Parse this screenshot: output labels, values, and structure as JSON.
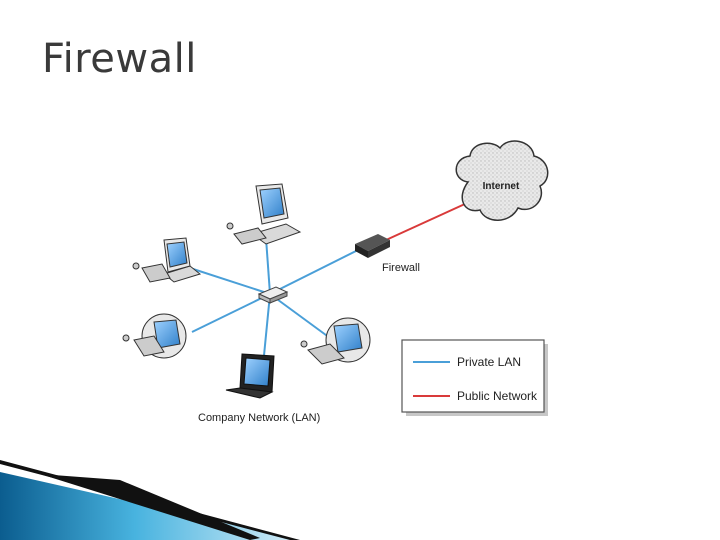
{
  "slide": {
    "title": "Firewall"
  },
  "diagram": {
    "internet_label": "Internet",
    "firewall_label": "Firewall",
    "network_label": "Company Network (LAN)",
    "legend": {
      "items": [
        {
          "label": "Private LAN",
          "color": "#4a9fd8"
        },
        {
          "label": "Public Network",
          "color": "#d93a3a"
        }
      ]
    },
    "colors": {
      "private_link": "#4a9fd8",
      "public_link": "#d93a3a",
      "monitor_screen": "#2f7fc9",
      "accent_blue": "#1b84c4"
    }
  }
}
